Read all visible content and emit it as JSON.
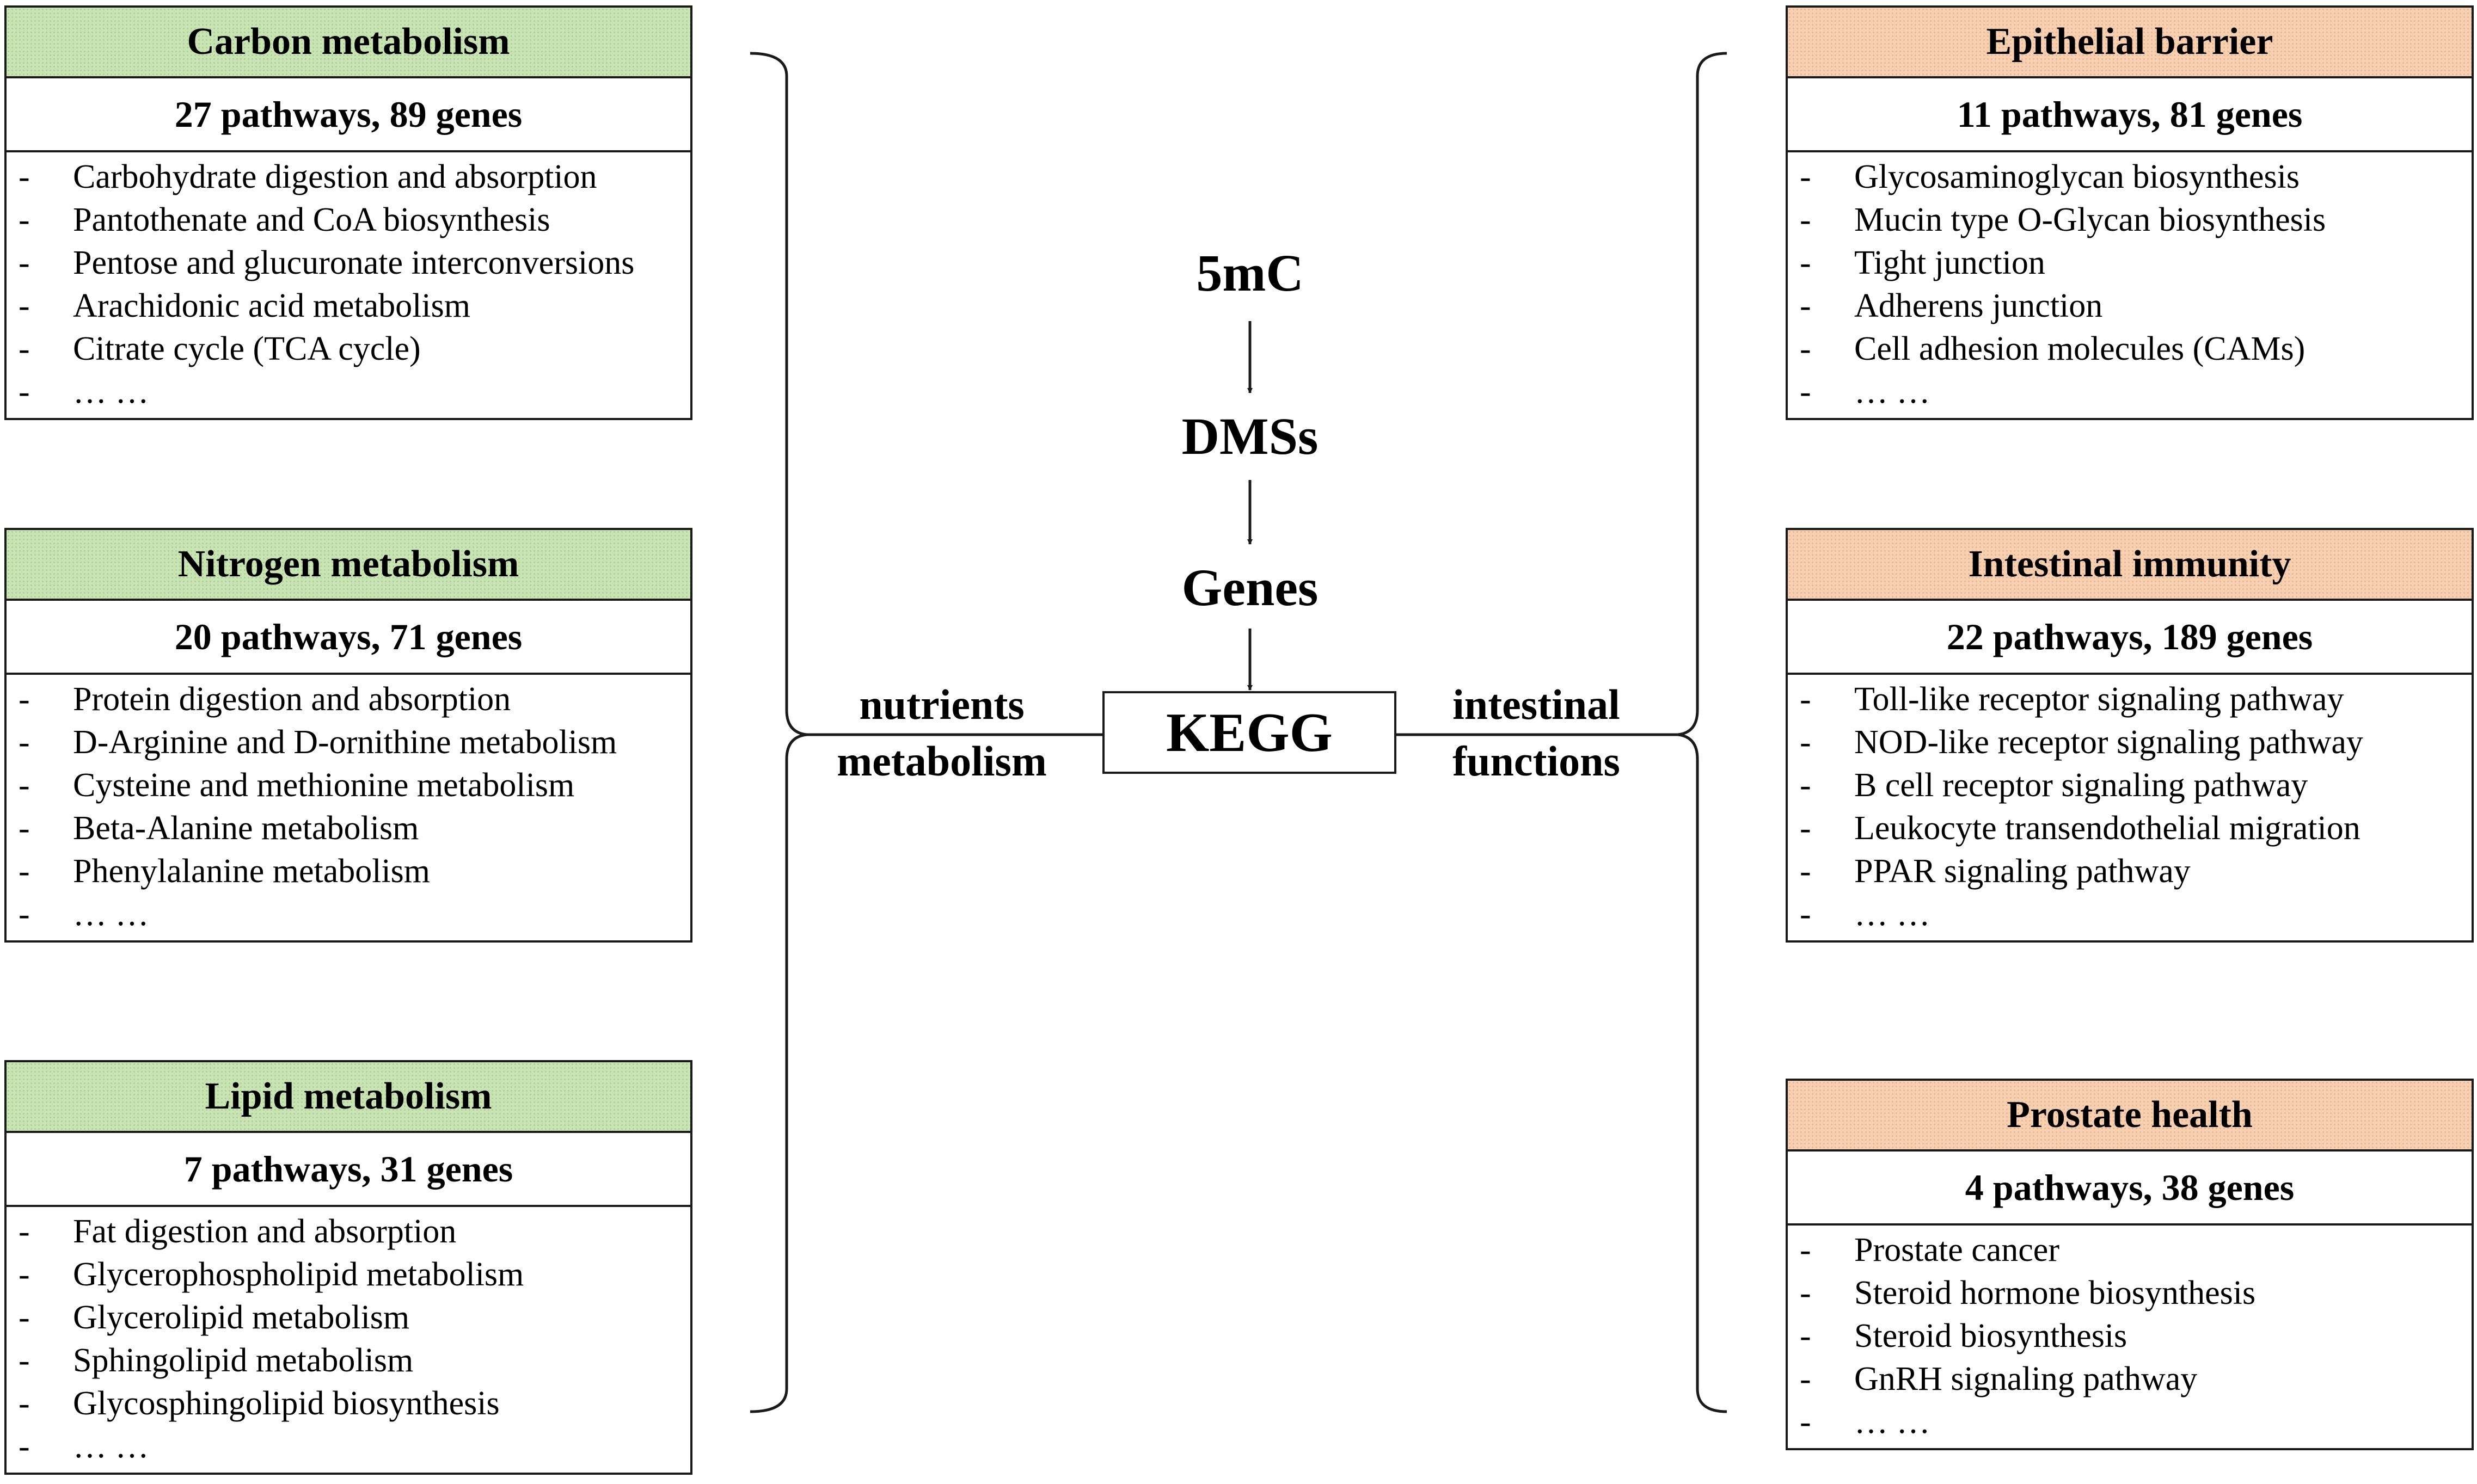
{
  "center": {
    "steps": [
      "5mC",
      "DMSs",
      "Genes"
    ],
    "hub": "KEGG"
  },
  "left_label": [
    "nutrients",
    "metabolism"
  ],
  "right_label": [
    "intestinal",
    "functions"
  ],
  "left_panels": [
    {
      "title": "Carbon metabolism",
      "summary": "27 pathways, 89 genes",
      "items": [
        "Carbohydrate digestion and absorption",
        "Pantothenate and CoA biosynthesis",
        "Pentose and glucuronate interconversions",
        "Arachidonic acid metabolism",
        "Citrate cycle (TCA cycle)",
        "… …"
      ]
    },
    {
      "title": "Nitrogen metabolism",
      "summary": "20 pathways, 71 genes",
      "items": [
        "Protein digestion and absorption",
        "D-Arginine and D-ornithine metabolism",
        "Cysteine and methionine metabolism",
        "Beta-Alanine metabolism",
        "Phenylalanine metabolism",
        "… …"
      ]
    },
    {
      "title": "Lipid metabolism",
      "summary": "7 pathways, 31 genes",
      "items": [
        "Fat digestion and absorption",
        "Glycerophospholipid metabolism",
        "Glycerolipid metabolism",
        "Sphingolipid metabolism",
        "Glycosphingolipid biosynthesis",
        "… …"
      ]
    }
  ],
  "right_panels": [
    {
      "title": "Epithelial barrier",
      "summary": "11 pathways, 81 genes",
      "items": [
        "Glycosaminoglycan biosynthesis",
        "Mucin type O-Glycan biosynthesis",
        "Tight junction",
        "Adherens junction",
        "Cell adhesion molecules (CAMs)",
        "… …"
      ]
    },
    {
      "title": "Intestinal immunity",
      "summary": "22 pathways, 189 genes",
      "items": [
        "Toll-like receptor signaling pathway",
        "NOD-like receptor signaling pathway",
        "B cell receptor signaling pathway",
        "Leukocyte transendothelial migration",
        "PPAR signaling pathway",
        "… …"
      ]
    },
    {
      "title": "Prostate health",
      "summary": "4 pathways, 38 genes",
      "items": [
        "Prostate cancer",
        "Steroid hormone biosynthesis",
        "Steroid biosynthesis",
        "GnRH signaling pathway",
        "… …"
      ]
    }
  ],
  "colors": {
    "left_header": "#c9e4b4",
    "right_header": "#f7cfb1",
    "line": "#1a1a1a"
  }
}
